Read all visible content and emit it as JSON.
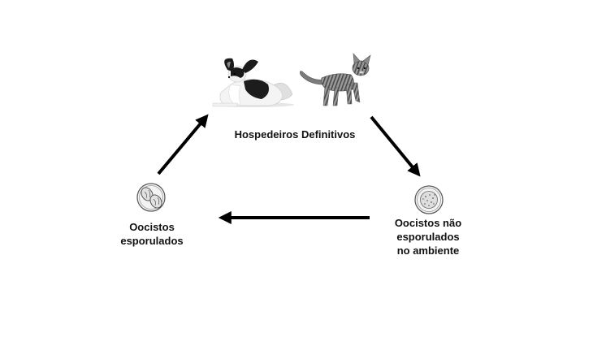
{
  "labels": {
    "definitive_hosts": "Hospedeiros Definitivos",
    "sporulated_oocysts": "Oocistos\nesporulados",
    "unsporulated_oocysts": "Oocistos não\nesporulados\nno ambiente"
  },
  "images": {
    "dog": "papillon-dog-illustration",
    "cat": "tabby-kitten-illustration",
    "sporulated": "sporulated-oocyst-icon",
    "unsporulated": "unsporulated-oocyst-icon"
  },
  "colors": {
    "arrow": "#000000",
    "text": "#111111",
    "background": "#ffffff"
  }
}
